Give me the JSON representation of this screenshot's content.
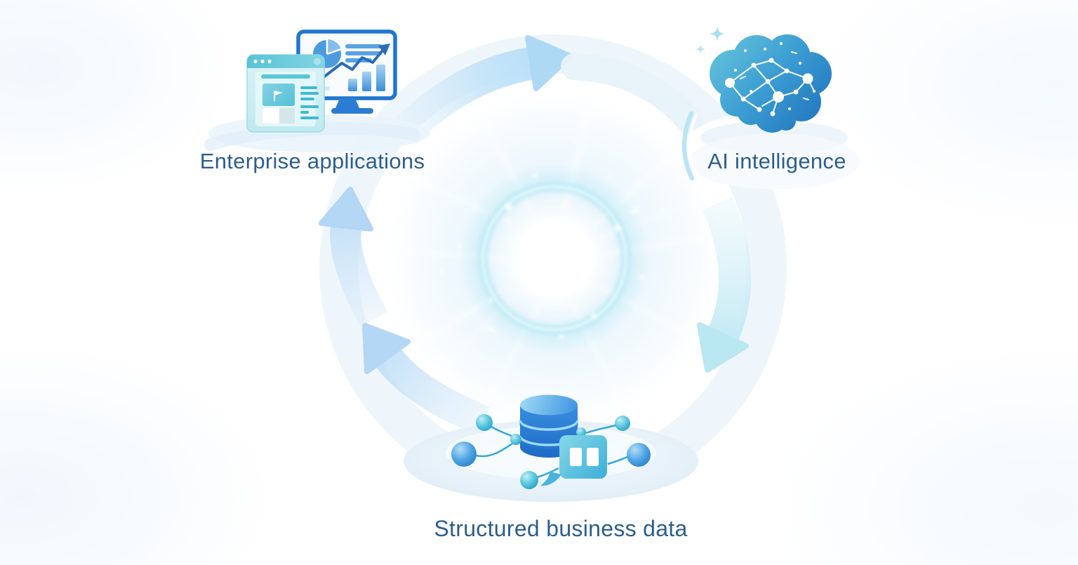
{
  "page": {
    "background_color": "#ffffff",
    "description": "Circular flow diagram with a glowing light core connecting three nodes"
  },
  "diagram": {
    "nodes": [
      {
        "id": "enterprise-applications",
        "label": "Enterprise applications",
        "icon": "analytics-dashboard-monitor-icon",
        "position": "top-left"
      },
      {
        "id": "ai-intelligence",
        "label": "AI intelligence",
        "icon": "neural-network-brain-icon",
        "position": "top-right"
      },
      {
        "id": "structured-business-data",
        "label": "Structured business data",
        "icon": "database-nodes-icon",
        "position": "bottom-center"
      }
    ],
    "arrows": [
      {
        "id": "flow-arrow-top",
        "from": "Enterprise applications",
        "to": "AI intelligence"
      },
      {
        "id": "flow-arrow-right",
        "from": "AI intelligence",
        "to": "Structured business data"
      },
      {
        "id": "flow-arrow-left-lower",
        "from": "Structured business data",
        "to": "Enterprise applications"
      },
      {
        "id": "flow-arrow-left-upper",
        "from": "Structured business data",
        "to": "Enterprise applications"
      }
    ],
    "center": {
      "element": "glowing-light-core"
    }
  },
  "colors": {
    "label_text": "#2d5e8c",
    "arrow_light_blue": "#bfe2f7",
    "arrow_cyan": "#c9ecf5",
    "brain_top": "#68c8dd",
    "brain_bottom": "#1e70bb",
    "database_blue": "#2a80d8",
    "teal_accent": "#54c2d8",
    "glow_ring_cyan": "#b2e9f5",
    "platform_blue": "#dcebf7"
  }
}
